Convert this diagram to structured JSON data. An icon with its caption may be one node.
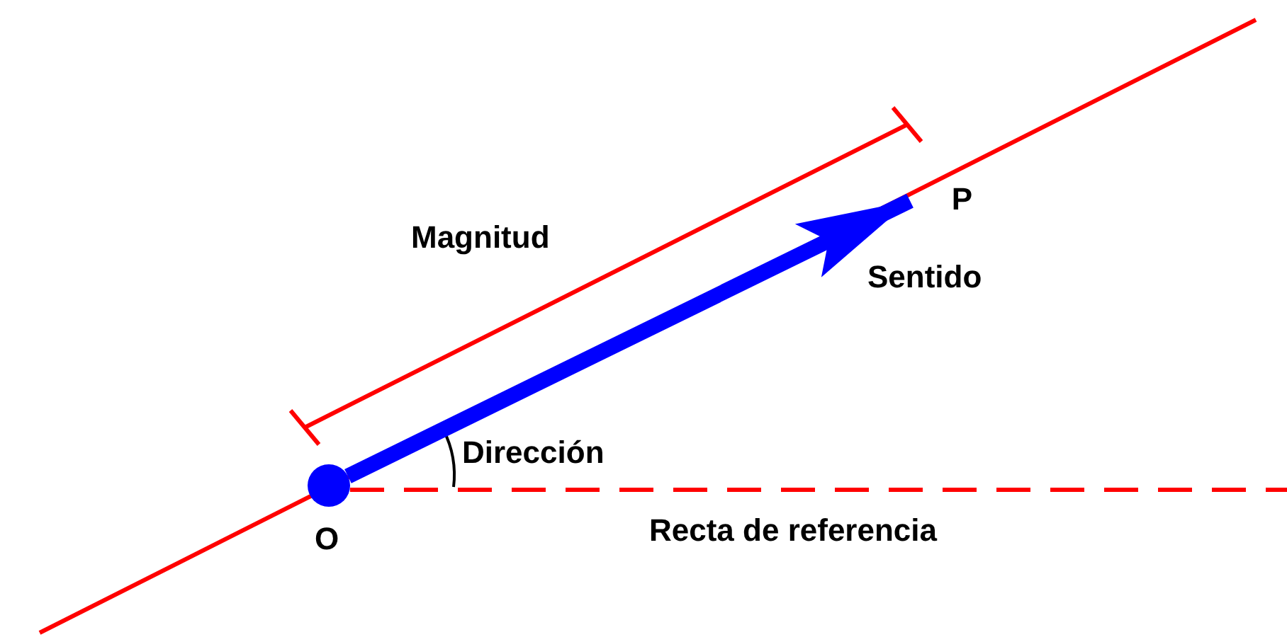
{
  "diagram": {
    "nodes": [
      {
        "text": [],
        "shape": "circle",
        "beside": [
          "O"
        ]
      },
      {
        "text": [
          "P"
        ]
      }
    ],
    "edges": [
      {
        "from": 0,
        "to": 1,
        "arrow": "to",
        "color": "#0000ff"
      }
    ],
    "labels": [
      "Magnitud",
      "Sentido",
      "Dirección",
      "Recta de referencia"
    ]
  }
}
